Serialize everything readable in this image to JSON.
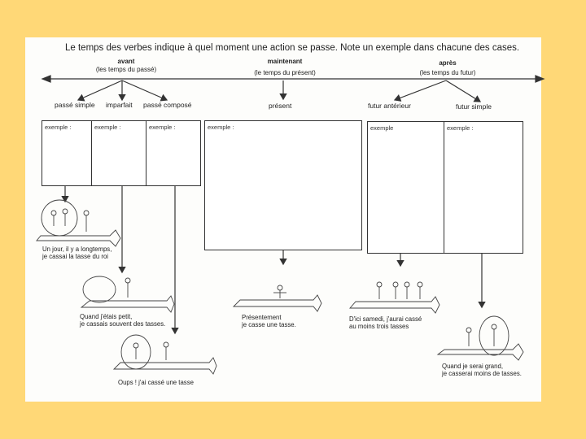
{
  "worksheet": {
    "title": "Le temps des verbes indique à quel moment une action se passe. Note un exemple dans chacune des cases.",
    "periods": [
      {
        "name": "avant",
        "sub": "(les temps du passé)"
      },
      {
        "name": "maintenant",
        "sub": "(le temps du présent)"
      },
      {
        "name": "après",
        "sub": "(les temps du futur)"
      }
    ],
    "tenses": [
      "passé simple",
      "imparfait",
      "passé composé",
      "présent",
      "futur antérieur",
      "futur simple"
    ],
    "cells": [
      "exemple :",
      "exemple :",
      "exemple :",
      "exemple :",
      "exemple",
      "exemple :"
    ],
    "captions": {
      "passe_simple": [
        "Un jour, il y a longtemps,",
        "je cassai la tasse du roi"
      ],
      "imparfait": [
        "Quand j'étais petit,",
        "je cassais souvent des tasses."
      ],
      "passe_compose": [
        "Oups ! j'ai cassé une tasse"
      ],
      "present": [
        "Présentement",
        "je casse une tasse."
      ],
      "futur_anterieur": [
        "D'ici samedi, j'aurai cassé",
        "au moins trois tasses"
      ],
      "futur_simple": [
        "Quand je serai grand,",
        "je casserai moins de tasses."
      ]
    },
    "colors": {
      "page_background": "#ffd877",
      "sheet": "#fdfdfb",
      "ink": "#222222"
    }
  }
}
